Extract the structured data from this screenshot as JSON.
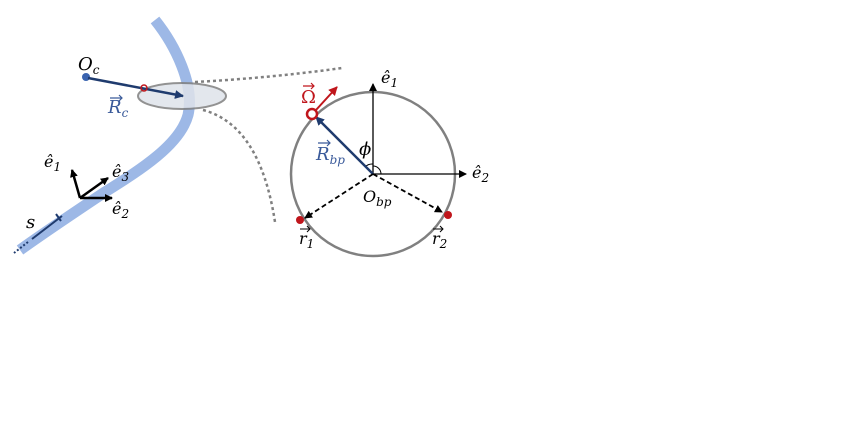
{
  "colors": {
    "tube": "#9db8e6",
    "dark_blue": "#1f3b6e",
    "label_blue": "#3a5a9a",
    "red": "#c0161c",
    "gray": "#808080",
    "cross_section_fill": "#dfe3ea",
    "black": "#000000"
  },
  "labels": {
    "oc_main": "O",
    "oc_sub": "c",
    "rc_main": "R",
    "rc_sub": "c",
    "arclength": "s",
    "frame_e1": "ê",
    "frame_e1_sub": "1",
    "frame_e2": "ê",
    "frame_e2_sub": "2",
    "frame_e3": "ê",
    "frame_e3_sub": "3",
    "omega": "Ω",
    "rbp_main": "R",
    "rbp_sub": "bp",
    "phi": "ϕ",
    "obp_main": "O",
    "obp_sub": "bp",
    "circ_e1": "ê",
    "circ_e1_sub": "1",
    "circ_e2": "ê",
    "circ_e2_sub": "2",
    "r1_main": "r",
    "r1_sub": "1",
    "r2_main": "r",
    "r2_sub": "2"
  }
}
